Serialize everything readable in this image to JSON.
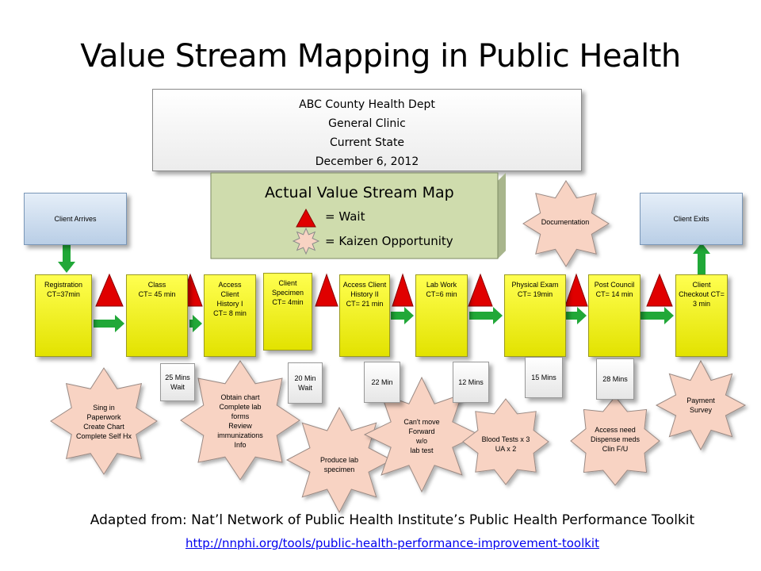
{
  "title": "Value Stream Mapping in Public Health",
  "header": {
    "line1": "ABC County Health Dept",
    "line2": "General Clinic",
    "line3": "Current State",
    "line4": "December 6, 2012"
  },
  "legend": {
    "title": "Actual Value Stream Map",
    "wait_label": "= Wait",
    "kaizen_label": "= Kaizen Opportunity"
  },
  "endpoints": {
    "arrive": "Client Arrives",
    "exit": "Client Exits"
  },
  "processes": [
    "Registration\nCT=37min",
    "Class\nCT= 45 min",
    "Access\nClient\nHistory I\nCT= 8 min",
    "Client\nSpecimen\nCT= 4min",
    "Access Client\nHistory II\nCT= 21 min",
    "Lab Work\nCT=6 min",
    "Physical Exam\nCT= 19min",
    "Post Council\nCT= 14 min",
    "Client\nCheckout CT=\n3 min"
  ],
  "waits": [
    "25  Mins\nWait",
    "20  Min\nWait",
    "22 Min",
    "12 Mins",
    "15 Mins",
    "28 Mins"
  ],
  "kaizens": [
    "Documentation",
    "Sing in\nPaperwork\nCreate Chart\nComplete Self Hx",
    "Obtain chart\nComplete lab\nforms\nReview\nimmunizations\nInfo",
    "Produce lab\nspecimen",
    "Can't move\nForward\nw/o\nlab test",
    "Blood Tests x 3\nUA x 2",
    "Access need\nDispense meds\nClin F/U",
    "Payment\nSurvey"
  ],
  "credit": "Adapted from: Nat’l Network of Public Health Institute’s Public Health Performance Toolkit",
  "link": "http://nnphi.org/tools/public-health-performance-improvement-toolkit",
  "colors": {
    "wait_triangle": "#e00000",
    "kaizen_star": "#f8d3c3",
    "flow_arrow": "#21a838",
    "process_box": "#ffff40",
    "legend_box": "#cfdcad",
    "endpoint_box": "#c4d6ec"
  }
}
